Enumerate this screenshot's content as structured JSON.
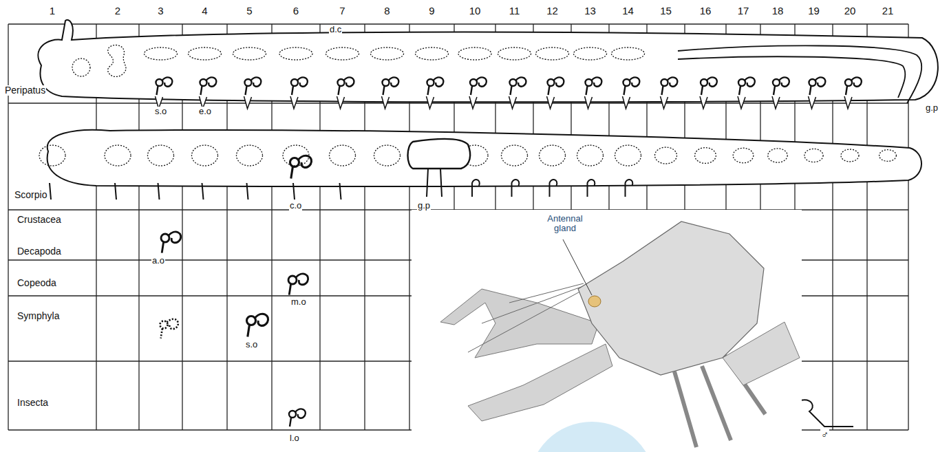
{
  "diagram": {
    "labels": [
      "1",
      "2",
      "3",
      "4",
      "5",
      "6",
      "7",
      "8",
      "9",
      "10",
      "11",
      "12",
      "13",
      "14",
      "15",
      "16",
      "17",
      "18",
      "19",
      "20",
      "21",
      "d.c",
      "Peripatus",
      "s.o",
      "e.o",
      "g.p",
      "Scorpio",
      "c.o",
      "g.p",
      "Crustacea",
      "Decapoda",
      "Copeoda",
      "a.o",
      "m.o",
      "Symphyla",
      "s.o",
      "Insecta",
      "l.o",
      "♂",
      "Antennal gland"
    ]
  }
}
